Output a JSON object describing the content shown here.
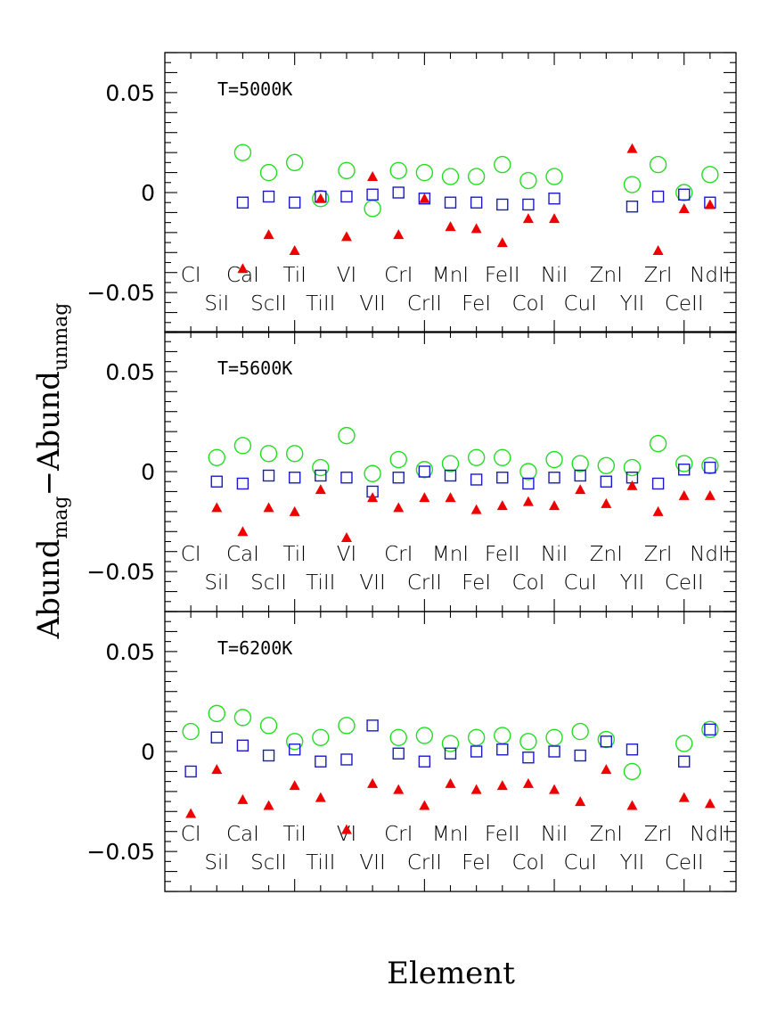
{
  "chart_data": {
    "type": "scatter",
    "xlabel": "Element",
    "ylabel": {
      "prefix": "Abund",
      "sub1": "mag",
      "sep": "−Abund",
      "sub2": "unmag"
    },
    "ylim": [
      -0.07,
      0.07
    ],
    "y_ticks": [
      {
        "value": 0.05,
        "label": "0.05"
      },
      {
        "value": 0,
        "label": "0"
      },
      {
        "value": -0.05,
        "label": "−0.05"
      }
    ],
    "elements_top_row": [
      "CI",
      "CaI",
      "TiI",
      "VI",
      "CrI",
      "MnI",
      "FeII",
      "NiI",
      "ZnI",
      "ZrI",
      "NdII"
    ],
    "elements_bottom_row": [
      "SiI",
      "ScII",
      "TiII",
      "VII",
      "CrII",
      "FeI",
      "CoI",
      "CuI",
      "YII",
      "CeII"
    ],
    "x_order": [
      "CI",
      "SiI",
      "CaI",
      "ScII",
      "TiI",
      "TiII",
      "VI",
      "VII",
      "CrI",
      "CrII",
      "MnI",
      "FeI",
      "FeII",
      "CoI",
      "NiI",
      "CuI",
      "ZnI",
      "YII",
      "ZrI",
      "CeII",
      "NdII"
    ],
    "series_style": {
      "circle": {
        "color": "#22dd22",
        "marker": "open-circle"
      },
      "square": {
        "color": "#1a1acc",
        "marker": "open-square"
      },
      "triangle": {
        "color": "#ee0000",
        "marker": "filled-triangle"
      }
    },
    "panels": [
      {
        "label": "T=5000K",
        "series": [
          {
            "marker": "circle",
            "values": [
              null,
              null,
              0.02,
              0.01,
              0.015,
              -0.003,
              0.011,
              -0.008,
              0.011,
              0.01,
              0.008,
              0.008,
              0.014,
              0.006,
              0.008,
              null,
              null,
              0.004,
              0.014,
              0.0,
              0.009
            ]
          },
          {
            "marker": "square",
            "values": [
              null,
              null,
              -0.005,
              -0.002,
              -0.005,
              -0.002,
              -0.002,
              -0.001,
              0.0,
              -0.003,
              -0.005,
              -0.005,
              -0.006,
              -0.006,
              -0.003,
              null,
              null,
              -0.007,
              -0.002,
              -0.001,
              -0.005
            ]
          },
          {
            "marker": "triangle",
            "values": [
              null,
              null,
              -0.038,
              -0.021,
              -0.029,
              -0.003,
              -0.022,
              0.008,
              -0.021,
              -0.003,
              -0.017,
              -0.018,
              -0.025,
              -0.013,
              -0.013,
              null,
              null,
              0.022,
              -0.029,
              -0.008,
              -0.006
            ]
          }
        ]
      },
      {
        "label": "T=5600K",
        "series": [
          {
            "marker": "circle",
            "values": [
              null,
              0.007,
              0.013,
              0.009,
              0.009,
              0.002,
              0.018,
              -0.001,
              0.006,
              0.001,
              0.004,
              0.007,
              0.007,
              0.0,
              0.006,
              0.004,
              0.003,
              0.002,
              0.014,
              0.004,
              0.003
            ]
          },
          {
            "marker": "square",
            "values": [
              null,
              -0.005,
              -0.006,
              -0.002,
              -0.003,
              -0.002,
              -0.003,
              -0.01,
              -0.003,
              0.0,
              -0.002,
              -0.004,
              -0.003,
              -0.006,
              -0.003,
              -0.002,
              -0.005,
              -0.003,
              -0.006,
              0.001,
              0.002
            ]
          },
          {
            "marker": "triangle",
            "values": [
              null,
              -0.018,
              -0.03,
              -0.018,
              -0.02,
              -0.009,
              -0.033,
              -0.013,
              -0.018,
              -0.013,
              -0.013,
              -0.019,
              -0.017,
              -0.015,
              -0.017,
              -0.009,
              -0.016,
              -0.007,
              -0.02,
              -0.012,
              -0.012
            ]
          }
        ]
      },
      {
        "label": "T=6200K",
        "series": [
          {
            "marker": "circle",
            "values": [
              0.01,
              0.019,
              0.017,
              0.013,
              0.005,
              0.007,
              0.013,
              null,
              0.007,
              0.008,
              0.004,
              0.007,
              0.008,
              0.005,
              0.007,
              0.01,
              0.006,
              -0.01,
              null,
              0.004,
              0.011
            ]
          },
          {
            "marker": "square",
            "values": [
              -0.01,
              0.007,
              0.003,
              -0.002,
              0.001,
              -0.005,
              -0.004,
              0.013,
              -0.001,
              -0.005,
              -0.001,
              0.0,
              0.001,
              -0.003,
              0.0,
              -0.002,
              0.005,
              0.001,
              null,
              -0.005,
              0.011
            ]
          },
          {
            "marker": "triangle",
            "values": [
              -0.031,
              -0.009,
              -0.024,
              -0.027,
              -0.017,
              -0.023,
              -0.039,
              -0.016,
              -0.019,
              -0.027,
              -0.016,
              -0.019,
              -0.017,
              -0.016,
              -0.019,
              -0.025,
              -0.009,
              -0.027,
              null,
              -0.023,
              -0.026
            ]
          }
        ]
      }
    ]
  }
}
